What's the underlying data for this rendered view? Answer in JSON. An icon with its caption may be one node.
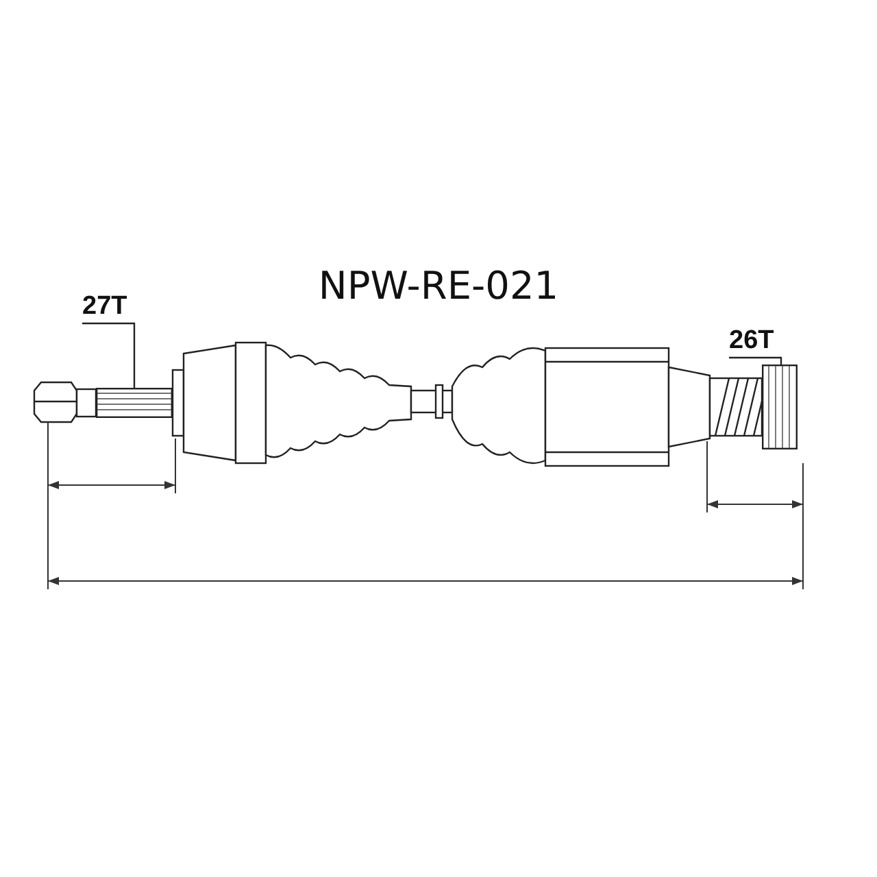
{
  "diagram": {
    "title": "NPW-RE-021",
    "nodes": [
      {
        "text": [
          "27T"
        ]
      },
      {
        "text": [],
        "shape": "picture"
      },
      {
        "text": [
          "26T"
        ]
      },
      {
        "text": [],
        "shape": "picture"
      }
    ],
    "edges": [
      {
        "from": 0,
        "to": 1,
        "arrow": "none"
      },
      {
        "from": 2,
        "to": 3,
        "arrow": "none"
      }
    ]
  }
}
